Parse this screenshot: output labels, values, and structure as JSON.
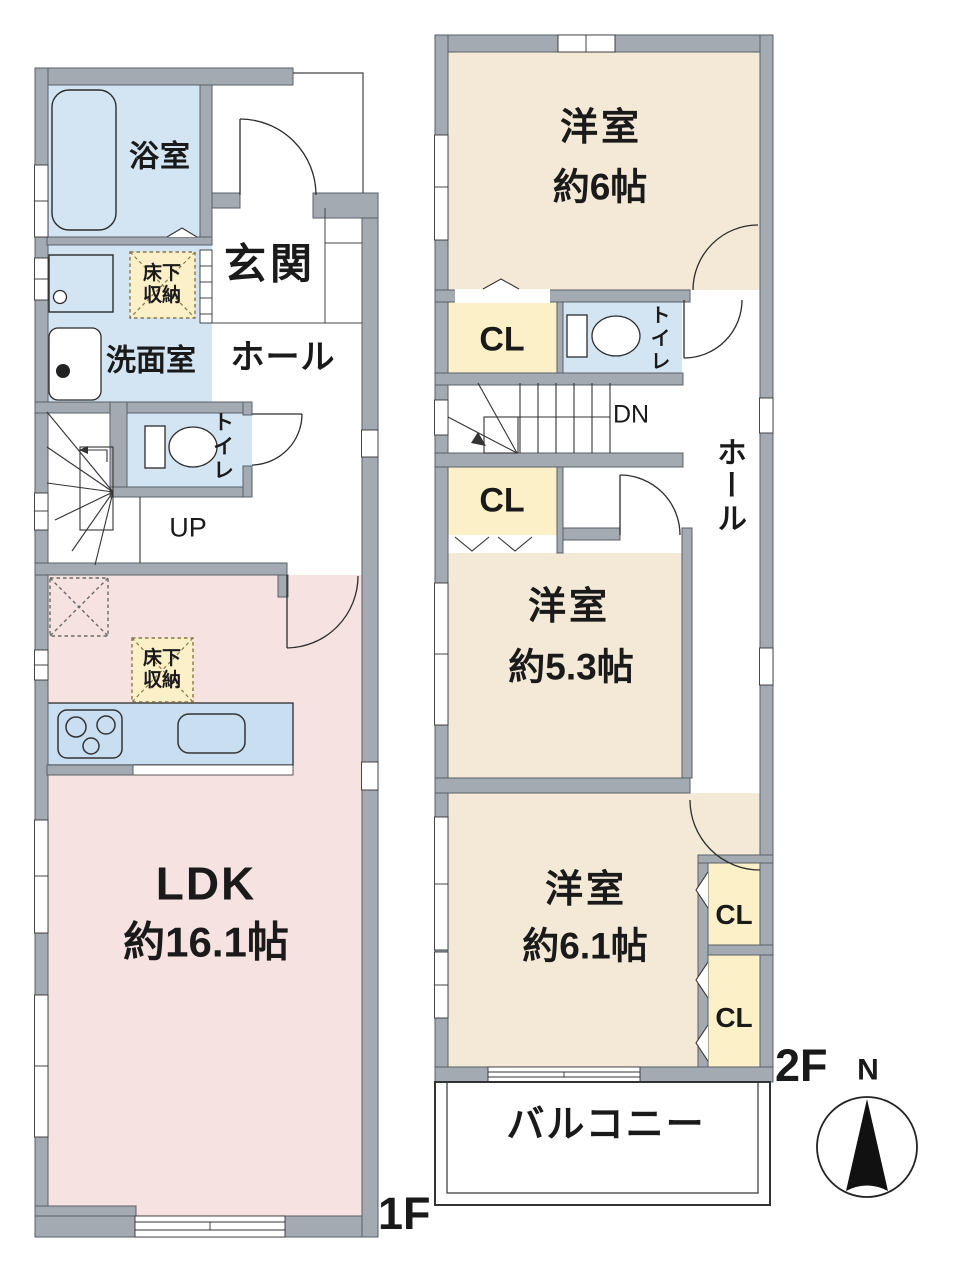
{
  "colors": {
    "wall": "#a4aab2",
    "wall-stroke": "#5a6068",
    "room-pink": "#f5e2e1",
    "room-beige": "#f3e9d6",
    "closet-yellow": "#fcf0c8",
    "wet-blue": "#d3e4f3",
    "fixture-blue": "#c9def1",
    "line": "#333333",
    "text": "#1a1a1a"
  },
  "floor1": {
    "floor_label": "1F",
    "rooms": {
      "bath": "浴室",
      "underfloor_storage_top": "床下\n収納",
      "washroom": "洗面室",
      "entrance": "玄関",
      "hall": "ホール",
      "toilet": "トイレ",
      "stairs_direction": "UP",
      "underfloor_storage_ldk": "床下\n収納",
      "ldk_name": "LDK",
      "ldk_size": "約16.1帖"
    }
  },
  "floor2": {
    "floor_label": "2F",
    "rooms": {
      "bedroom_north_name": "洋室",
      "bedroom_north_size": "約6帖",
      "closet_1": "CL",
      "toilet": "トイレ",
      "stairs_direction": "DN",
      "closet_2": "CL",
      "hall": "ホール",
      "bedroom_mid_name": "洋室",
      "bedroom_mid_size": "約5.3帖",
      "bedroom_south_name": "洋室",
      "bedroom_south_size": "約6.1帖",
      "closet_3": "CL",
      "closet_4": "CL",
      "balcony": "バルコニー"
    }
  },
  "compass": {
    "north_label": "N"
  }
}
